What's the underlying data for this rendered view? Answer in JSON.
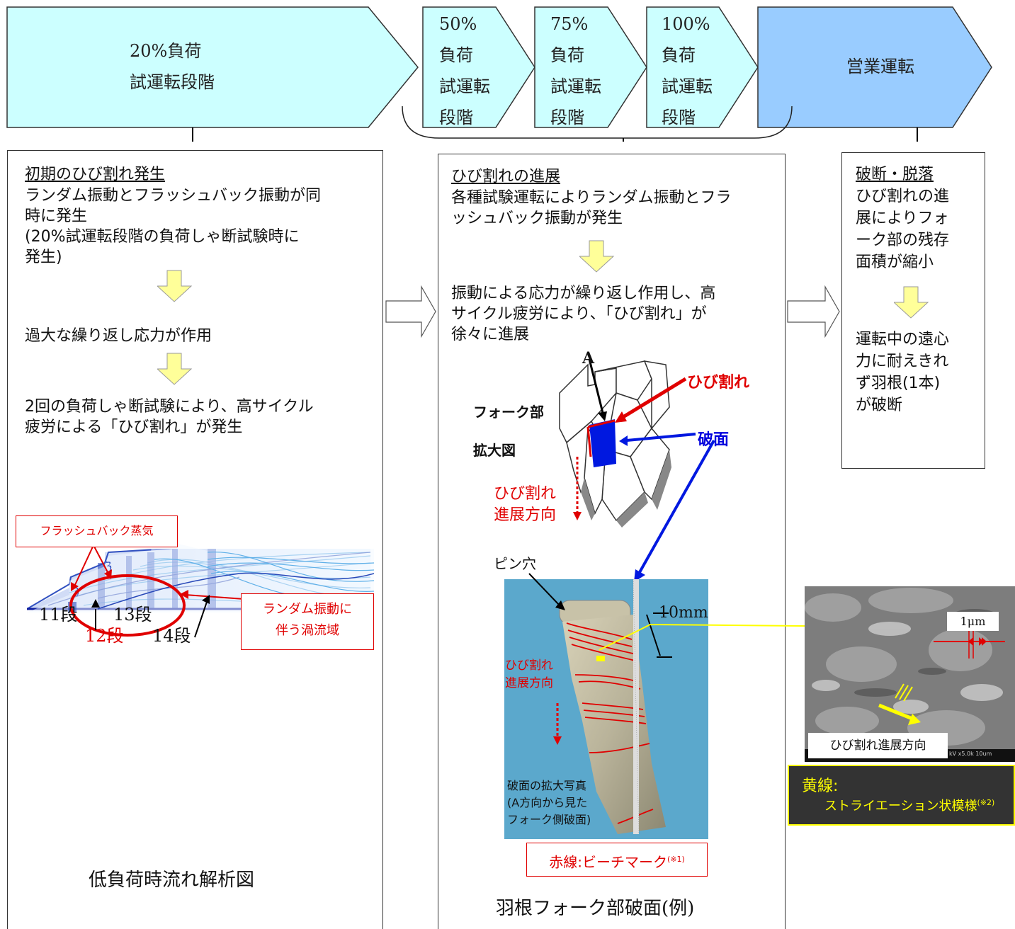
{
  "stages": {
    "s20": {
      "line1": "20%負荷",
      "line2": "試運転段階"
    },
    "s50": {
      "l1": "50%",
      "l2": "負荷",
      "l3": "試運転",
      "l4": "段階"
    },
    "s75": {
      "l1": "75%",
      "l2": "負荷",
      "l3": "試運転",
      "l4": "段階"
    },
    "s100": {
      "l1": "100%",
      "l2": "負荷",
      "l3": "試運転",
      "l4": "段階"
    },
    "ops": "営業運転"
  },
  "colors": {
    "stage_fill": "#ccffff",
    "ops_fill": "#99ccff",
    "yellow_arrow": "#ffff99",
    "crack_red": "#e00000",
    "fracture_blue": "#0000dd"
  },
  "left": {
    "heading": "初期のひび割れ発生",
    "p1": [
      "ランダム振動とフラッシュバック振動が同",
      "時に発生",
      "(20%試運転段階の負荷しゃ断試験時に",
      "発生)"
    ],
    "p2": "過大な繰り返し応力が作用",
    "p3": [
      "2回の負荷しゃ断試験により、高サイクル",
      "疲労による「ひび割れ」が発生"
    ],
    "flashback_label": "フラッシュバック蒸気",
    "vortex_label": [
      "ランダム振動に",
      "伴う渦流域"
    ],
    "stage11": "11段",
    "stage12": "12段",
    "stage13": "13段",
    "stage14": "14段",
    "caption": "低負荷時流れ解析図"
  },
  "middle": {
    "heading": "ひび割れの進展",
    "p1": [
      "各種試験運転によりランダム振動とフラ",
      "ッシュバック振動が発生"
    ],
    "p2": [
      "振動による応力が繰り返し作用し、高",
      "サイクル疲労により、「ひび割れ」が",
      "徐々に進展"
    ],
    "label_a": "A",
    "fork_label": [
      "フォーク部",
      "拡大図"
    ],
    "crack_label": "ひび割れ",
    "fracture_label": "破面",
    "crack_dir": [
      "ひび割れ",
      "進展方向"
    ],
    "pin_hole": "ピン穴",
    "mm": "10mm",
    "crack_dir2": [
      "ひび割れ",
      "進展方向"
    ],
    "photo_caption": [
      "破面の拡大写真",
      "(A方向から見た",
      "フォーク側破面)"
    ],
    "beach_mark": "赤線:ビーチマーク",
    "beach_mark_note": "(※1)",
    "caption": "羽根フォーク部破面(例)"
  },
  "right": {
    "heading": "破断・脱落",
    "p1": [
      "ひび割れの進",
      "展によりフォ",
      "ーク部の残存",
      "面積が縮小"
    ],
    "p2": [
      "運転中の遠心",
      "力に耐えきれ",
      "ず羽根(1本)",
      "が破断"
    ],
    "um": "1μm",
    "sem_dir": "ひび割れ進展方向",
    "sem_scale": "kV x5.0k 10um",
    "yellow_title": "黄線:",
    "yellow_text": "ストライエーション状模様",
    "yellow_note": "(※2)"
  }
}
